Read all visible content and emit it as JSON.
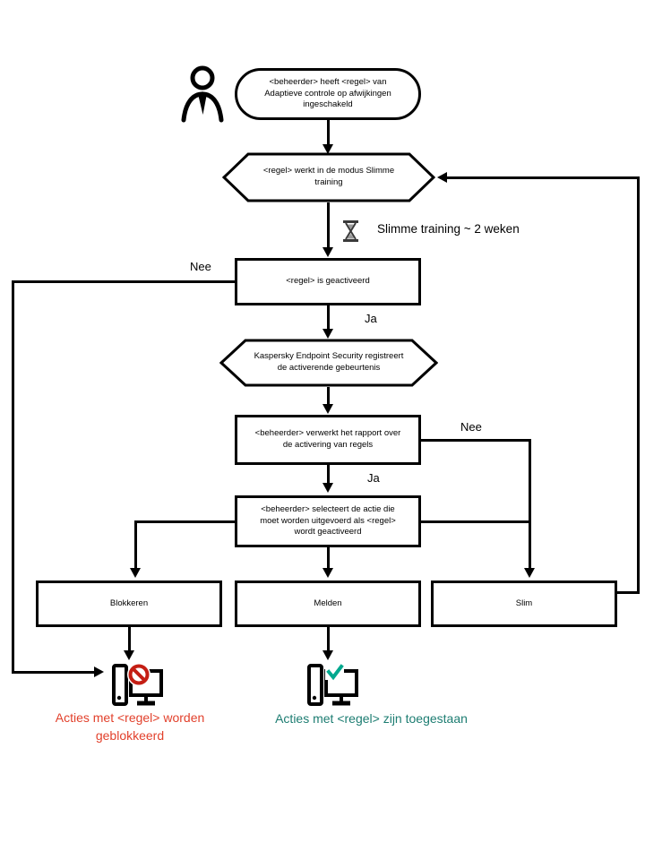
{
  "nodes": {
    "start": "<beheerder> heeft <regel> van\nAdaptieve controle op afwijkingen\ningeschakeld",
    "mode": "<regel> werkt in de modus Slimme\ntraining",
    "activated": "<regel> is geactiveerd",
    "registers": "Kaspersky Endpoint Security registreert\nde activerende gebeurtenis",
    "report": "<beheerder> verwerkt het rapport over\nde activering van regels",
    "select_action": "<beheerder> selecteert de actie die\nmoet worden uitgevoerd als <regel>\nwordt geactiveerd",
    "block": "Blokkeren",
    "inform": "Melden",
    "smart": "Slim"
  },
  "labels": {
    "nee_activated": "Nee",
    "ja_activated": "Ja",
    "nee_report": "Nee",
    "ja_report": "Ja",
    "training_duration": "Slimme training ~ 2 weken"
  },
  "results": {
    "blocked": "Acties met <regel> worden\ngeblokkeerd",
    "allowed": "Acties met <regel> zijn toegestaan"
  },
  "icons": {
    "person": "person-icon",
    "hourglass": "hourglass-icon",
    "computer_blocked": "computer-blocked-icon",
    "prohibition": "prohibition-icon",
    "computer_allowed": "computer-allowed-icon",
    "checkmark": "checkmark-icon"
  },
  "colors": {
    "line": "#000000",
    "blocked_text": "#e2412c",
    "allowed_text": "#1d7d72",
    "prohibition_red": "#c41e14",
    "check_green": "#00a88e"
  }
}
